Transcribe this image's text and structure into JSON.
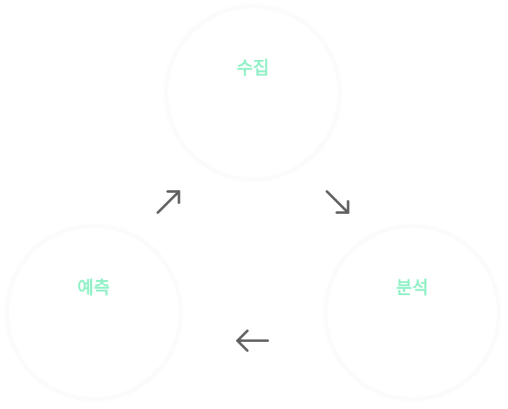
{
  "diagram": {
    "accent_color": "#8ef0c4",
    "arrow_color": "#5f5f5f",
    "nodes": [
      {
        "label": "수집"
      },
      {
        "label": "분석"
      },
      {
        "label": "예측"
      }
    ],
    "arrows": [
      {
        "icon": "arrow-down-right-icon"
      },
      {
        "icon": "arrow-left-icon"
      },
      {
        "icon": "arrow-up-right-icon"
      }
    ]
  }
}
